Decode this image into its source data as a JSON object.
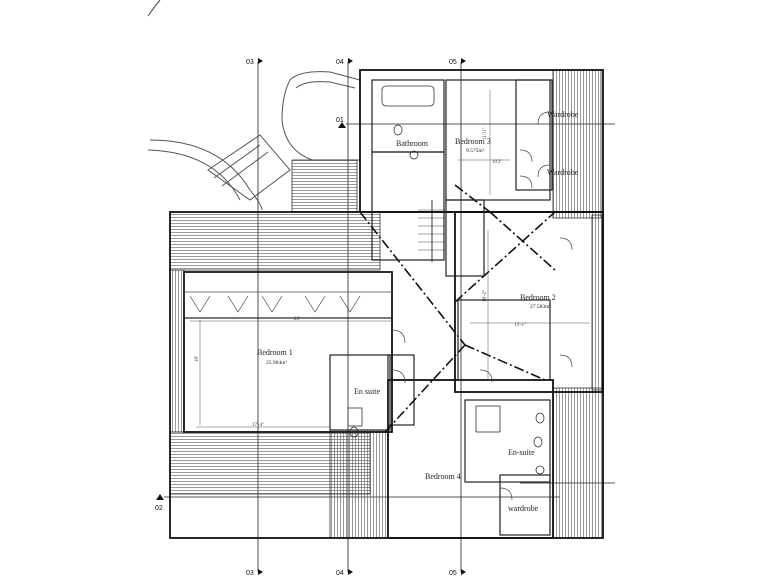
{
  "grid_labels": {
    "g03": "03",
    "g04": "04",
    "g05": "05",
    "level_01": "01",
    "level_02": "02"
  },
  "rooms": {
    "bathroom": "Bathroom",
    "bedroom3": "Bedroom 3",
    "bedroom3_area": "9.575m²",
    "bedroom2": "Bedroom 2",
    "bedroom2_area": "27.583m²",
    "bedroom1": "Bedroom 1",
    "bedroom1_area": "25.984m²",
    "ensuite1": "En suite",
    "ensuite2": "En-suite",
    "bedroom4": "Bedroom 4",
    "wardrobe_a": "Wardrobe",
    "wardrobe_b": "Wardrobe",
    "wardrobe_c": "wardrobe"
  },
  "dimensions": {
    "b3_w": "10'2\"",
    "b3_h": "11'11\"",
    "b2_w": "13'-1\"",
    "b2_h": "18'-2\"",
    "b1_w": "23'",
    "b1_h": "18'",
    "b1_w2": "17'-4\""
  }
}
